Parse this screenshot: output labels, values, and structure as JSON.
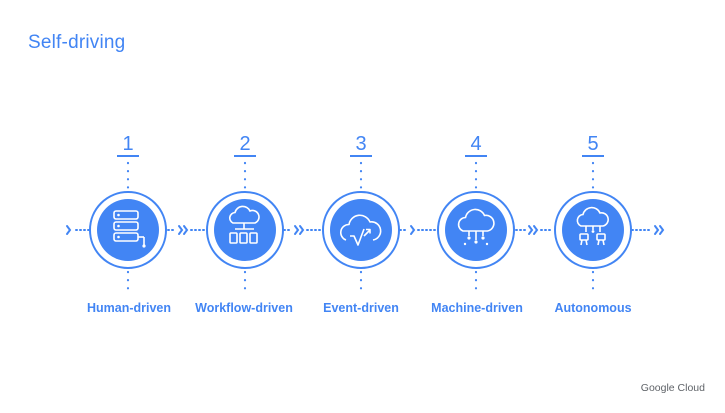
{
  "title": "Self-driving",
  "brand": "Google Cloud",
  "colors": {
    "accent": "#4285f4",
    "ring_bg": "#ffffff",
    "icon_fg": "#ffffff",
    "muted": "#5f6368"
  },
  "steps": [
    {
      "number": "1",
      "label": "Human-driven",
      "icon": "server-stack-icon"
    },
    {
      "number": "2",
      "label": "Workflow-driven",
      "icon": "cloud-workflow-icon"
    },
    {
      "number": "3",
      "label": "Event-driven",
      "icon": "cloud-event-icon"
    },
    {
      "number": "4",
      "label": "Machine-driven",
      "icon": "cloud-machine-icon"
    },
    {
      "number": "5",
      "label": "Autonomous",
      "icon": "cloud-autonomous-icon"
    }
  ]
}
